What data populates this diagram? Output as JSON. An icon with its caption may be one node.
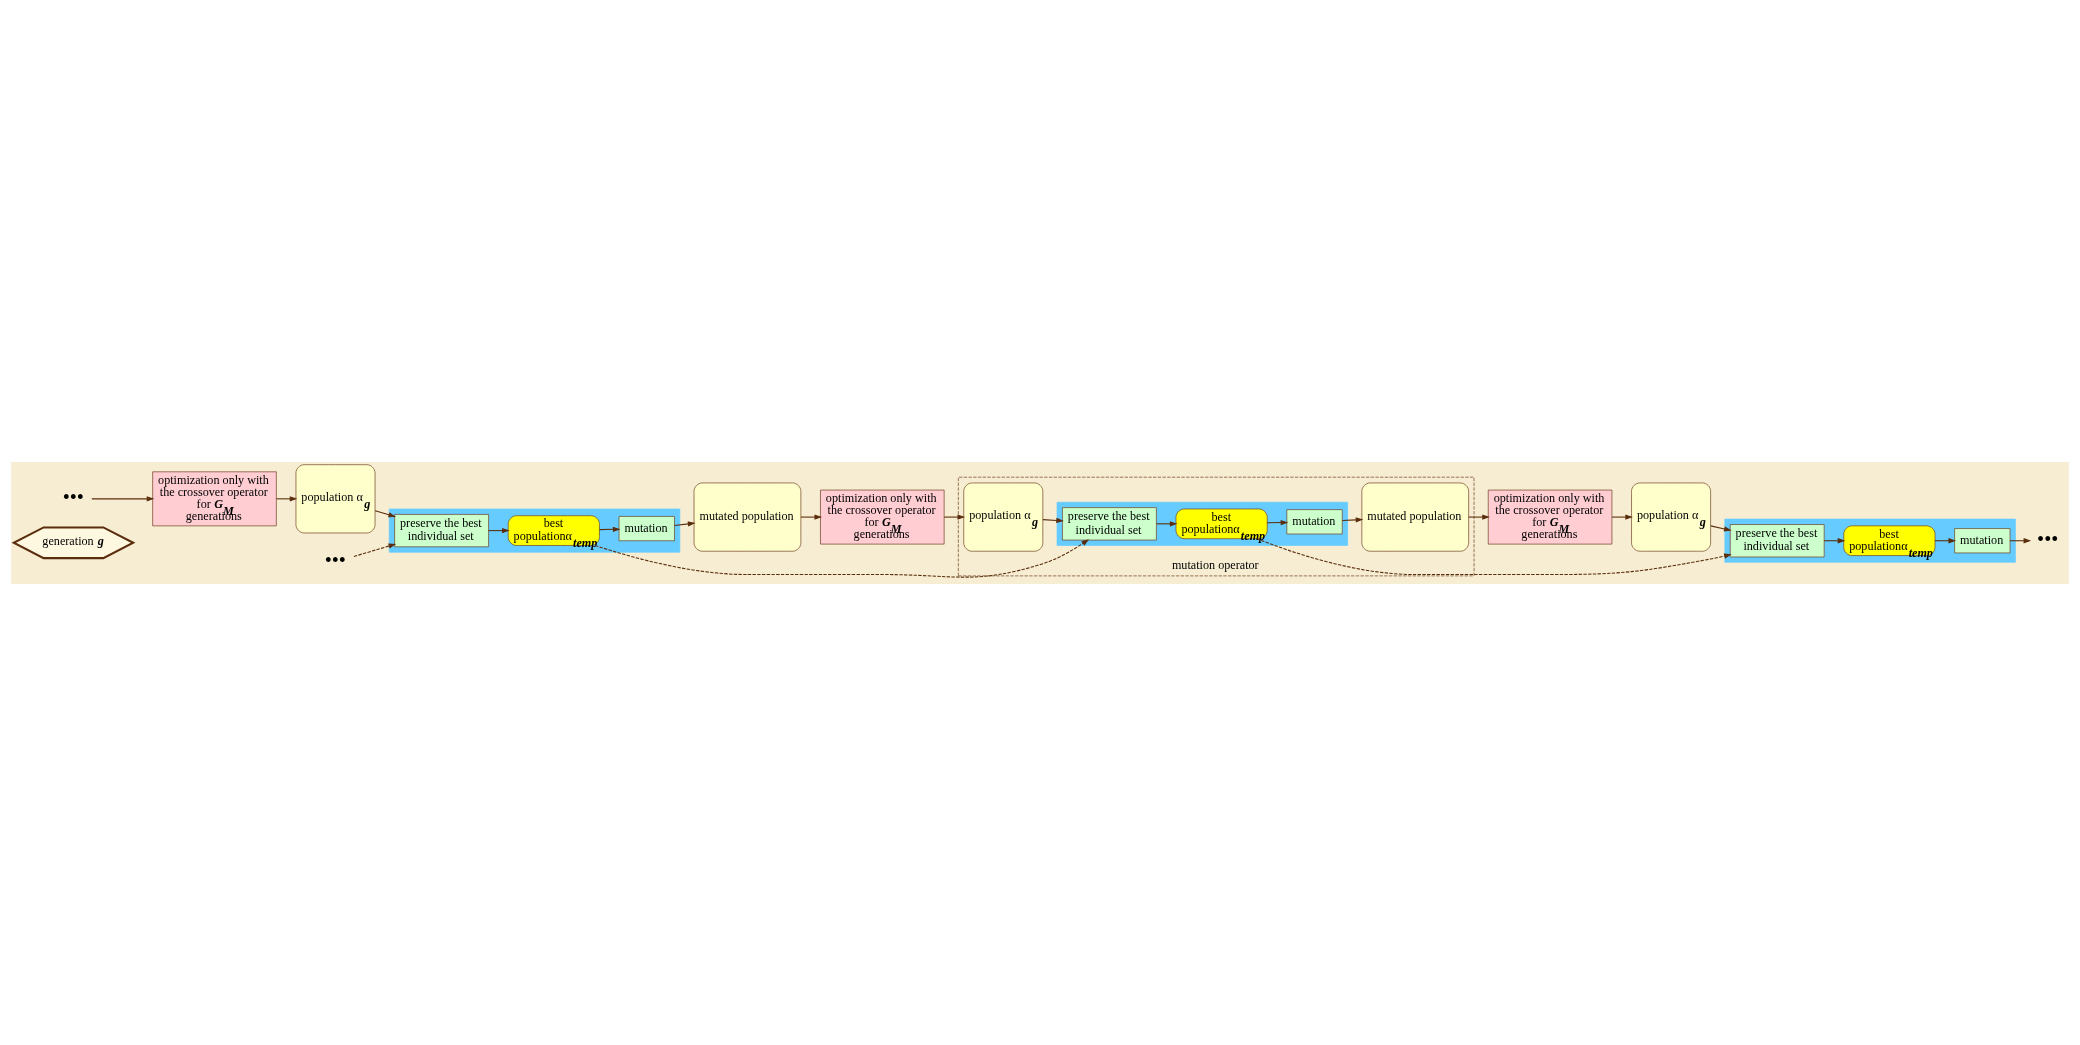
{
  "diagram": {
    "nodes": [
      {
        "text": [
          "generation *g*"
        ]
      },
      {
        "text": [
          "•••"
        ]
      },
      {
        "text": [
          "optimization only with the crossover operator for *G*$_{M}$ generations"
        ]
      },
      {
        "text": [
          "population α$_{g}$"
        ]
      },
      {
        "text": [
          "mutated population"
        ]
      },
      {
        "text": [],
        "shape": "box"
      },
      {
        "text": [
          "preserve the best individual set"
        ],
        "in": 5
      },
      {
        "text": [
          "best populationα$_{temp}$"
        ],
        "in": 5
      },
      {
        "text": [
          "mutation"
        ],
        "in": 5
      },
      {
        "text": [
          "•••"
        ]
      },
      {
        "text": [
          "optimization only with the crossover operator for *G*$_{M}$ generations"
        ]
      },
      {
        "text": [
          "mutation operator"
        ]
      },
      {
        "text": [
          "population α$_{g}$"
        ],
        "in": 11
      },
      {
        "text": [
          "mutated population"
        ],
        "in": 11
      },
      {
        "text": [],
        "shape": "box",
        "in": 11
      },
      {
        "text": [
          "preserve the best individual set"
        ],
        "in": 14
      },
      {
        "text": [
          "best populationα$_{temp}$"
        ],
        "in": 14
      },
      {
        "text": [
          "mutation"
        ],
        "in": 14
      },
      {
        "text": [
          "optimization only with the crossover operator for *G*$_{M}$ generations"
        ]
      },
      {
        "text": [
          "population α$_{g}$"
        ]
      },
      {
        "text": [],
        "shape": "box"
      },
      {
        "text": [
          "preserve the best individual set"
        ],
        "in": 20
      },
      {
        "text": [
          "best populationα$_{temp}$"
        ],
        "in": 20
      },
      {
        "text": [
          "mutation"
        ],
        "in": 20
      },
      {
        "text": [
          "•••"
        ]
      }
    ],
    "edges": [
      {
        "from": 1,
        "to": 2,
        "arrow": "to"
      },
      {
        "from": 2,
        "to": 3,
        "arrow": "to"
      },
      {
        "from": 3,
        "to": 6,
        "arrow": "to"
      },
      {
        "from": 6,
        "to": 7,
        "arrow": "to"
      },
      {
        "from": 7,
        "to": 8,
        "arrow": "to"
      },
      {
        "from": 8,
        "to": 4,
        "arrow": "to"
      },
      {
        "from": 4,
        "to": 10,
        "arrow": "to"
      },
      {
        "from": 9,
        "to": 6,
        "arrow": "to",
        "style": "dashed"
      },
      {
        "from": 10,
        "to": 12,
        "arrow": "to"
      },
      {
        "from": 12,
        "to": 15,
        "arrow": "to"
      },
      {
        "from": 15,
        "to": 16,
        "arrow": "to"
      },
      {
        "from": 16,
        "to": 17,
        "arrow": "to"
      },
      {
        "from": 17,
        "to": 13,
        "arrow": "to"
      },
      {
        "from": 13,
        "to": 18,
        "arrow": "to"
      },
      {
        "from": 7,
        "to": 15,
        "arrow": "to",
        "style": "dashed"
      },
      {
        "from": 18,
        "to": 19,
        "arrow": "to"
      },
      {
        "from": 19,
        "to": 21,
        "arrow": "to"
      },
      {
        "from": 21,
        "to": 22,
        "arrow": "to"
      },
      {
        "from": 22,
        "to": 23,
        "arrow": "to"
      },
      {
        "from": 23,
        "to": 24,
        "arrow": "to"
      },
      {
        "from": 16,
        "to": 21,
        "arrow": "to",
        "style": "dashed"
      }
    ]
  }
}
